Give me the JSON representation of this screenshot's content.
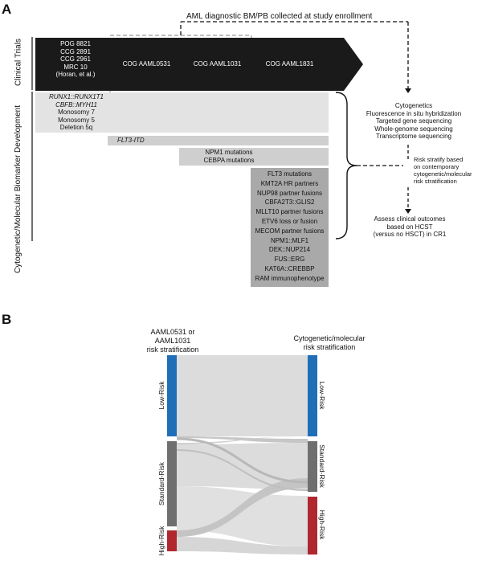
{
  "panelA": {
    "letter": "A",
    "top_label": "AML diagnostic BM/PB collected at study enrollment",
    "axis_label_trials": "Clinical Trials",
    "axis_label_biomarkers": "Cytogenetic/Molecular Biomarker Development",
    "trials_early": [
      "POG 8821",
      "CCG 2891",
      "CCG 2961",
      "MRC 10",
      "(Horan, et al.)"
    ],
    "trial_1": "COG AAML0531",
    "trial_2": "COG AAML1031",
    "trial_3": "COG AAML1831",
    "bar1_lines": [
      "RUNX1::RUNX1T1",
      "CBFB::MYH11",
      "Monosomy 7",
      "Monosomy 5",
      "Deletion 5q"
    ],
    "bar2_label": "FLT3-ITD",
    "bar3_lines": [
      "NPM1 mutations",
      "CEBPA mutations"
    ],
    "bar4_lines": [
      "FLT3 mutations",
      "KMT2A HR partners",
      "NUP98 partner fusions",
      "CBFA2T3::GLIS2",
      "MLLT10 partner fusions",
      "ETV6 loss or fusion",
      "MECOM partner fusions",
      "NPM1::MLF1",
      "DEK::NUP214",
      "FUS::ERG",
      "KAT6A::CREBBP",
      "RAM immunophenotype"
    ],
    "right_block1": [
      "Cytogenetics",
      "Fluorescence in situ hybridization",
      "Targeted gene sequencing",
      "Whole-genome sequencing",
      "Transcriptome sequencing"
    ],
    "right_block2": [
      "Risk stratify based",
      "on contemporary",
      "cytogenetic/molecular",
      "risk stratification"
    ],
    "right_block3": [
      "Assess clinical outcomes",
      "based on HCST",
      "(versus no HSCT) in CR1"
    ],
    "colors": {
      "arrow": "#1a1a1a",
      "bar_light": "#e3e3e3",
      "bar_mid": "#cfcfcf",
      "bar_dark": "#a9a9a9"
    }
  },
  "panelB": {
    "letter": "B",
    "left_header": [
      "AAML0531 or",
      "AAML1031",
      "risk stratification"
    ],
    "right_header": [
      "Cytogenetic/molecular",
      "risk stratification"
    ],
    "left_labels": {
      "low": "Low-Risk",
      "standard": "Standard-Risk",
      "high": "High-Risk"
    },
    "right_labels": {
      "low": "Low-Risk",
      "standard": "Standard-Risk",
      "high": "High-Risk"
    },
    "colors": {
      "low": "#1f6fb8",
      "standard": "#6f6f6f",
      "high": "#b0272f",
      "flow": "#d8d8d8",
      "flow_dark": "#bdbdbd"
    }
  }
}
